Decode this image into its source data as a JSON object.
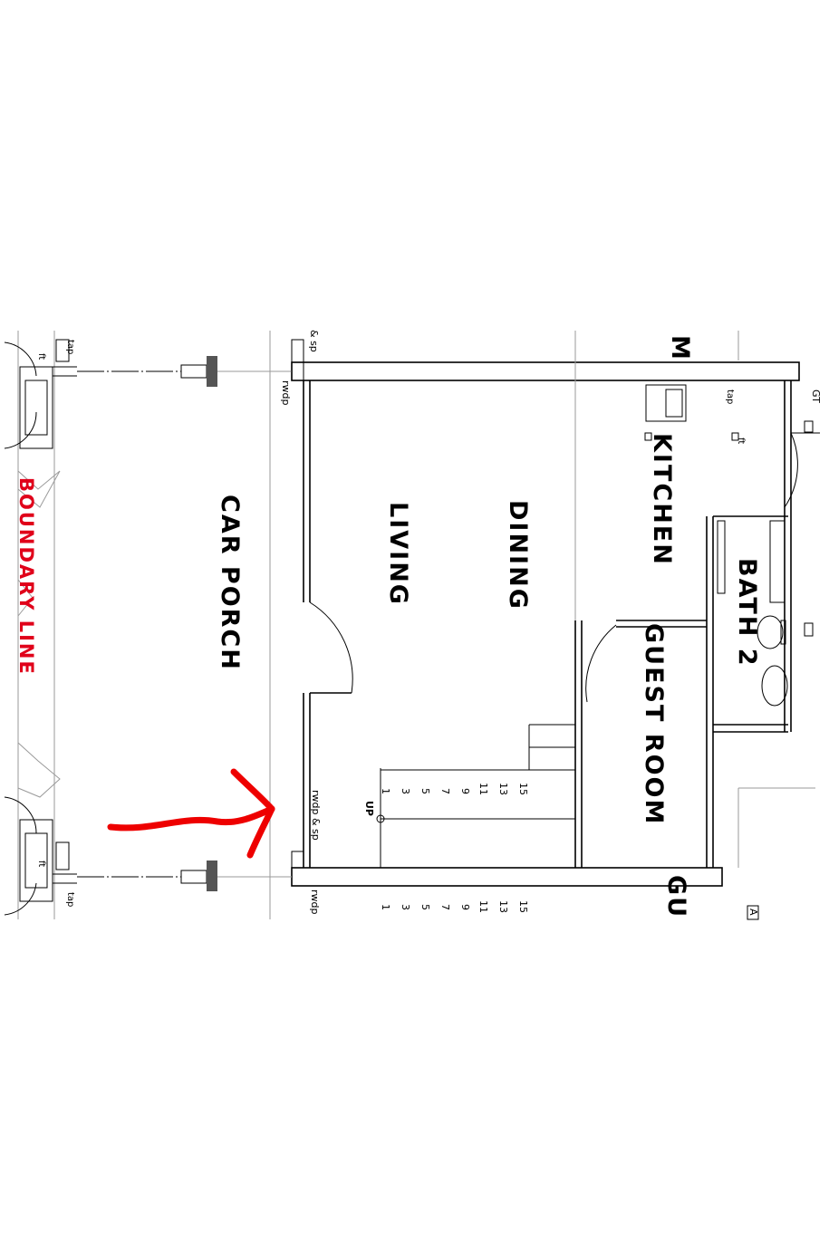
{
  "rooms": {
    "boundary_line": "BOUNDARY LINE",
    "car_porch": "CAR PORCH",
    "living": "LIVING",
    "dining": "DINING",
    "kitchen": "KITCHEN",
    "bath_2": "BATH 2",
    "guest_room": "GUEST ROOM",
    "room_top_partial": "M",
    "guest_partial": "GU",
    "a_partial": "A"
  },
  "notes": {
    "tap_top_left": "tap",
    "tap_bottom_left": "tap",
    "ft_top_left": "ft",
    "ft_bottom_left": "ft",
    "sp_top": "& sp",
    "rwdp_top": "rwdp",
    "rwdp_sp_mid": "rwdp & sp",
    "rwdp_bottom": "rwdp",
    "tap_kitchen": "tap",
    "ft_kitchen": "ft",
    "gt": "GT",
    "up": "UP"
  },
  "stairs": {
    "upper_numbers": [
      "1",
      "3",
      "5",
      "7",
      "9",
      "11",
      "13",
      "15"
    ],
    "lower_numbers": [
      "1",
      "3",
      "5",
      "7",
      "9",
      "11",
      "13",
      "15"
    ]
  },
  "colors": {
    "ink": "#000000",
    "boundary": "#e0001a",
    "arrow": "#ee0000",
    "light_line": "#9a9a9a",
    "post": "#555555"
  }
}
